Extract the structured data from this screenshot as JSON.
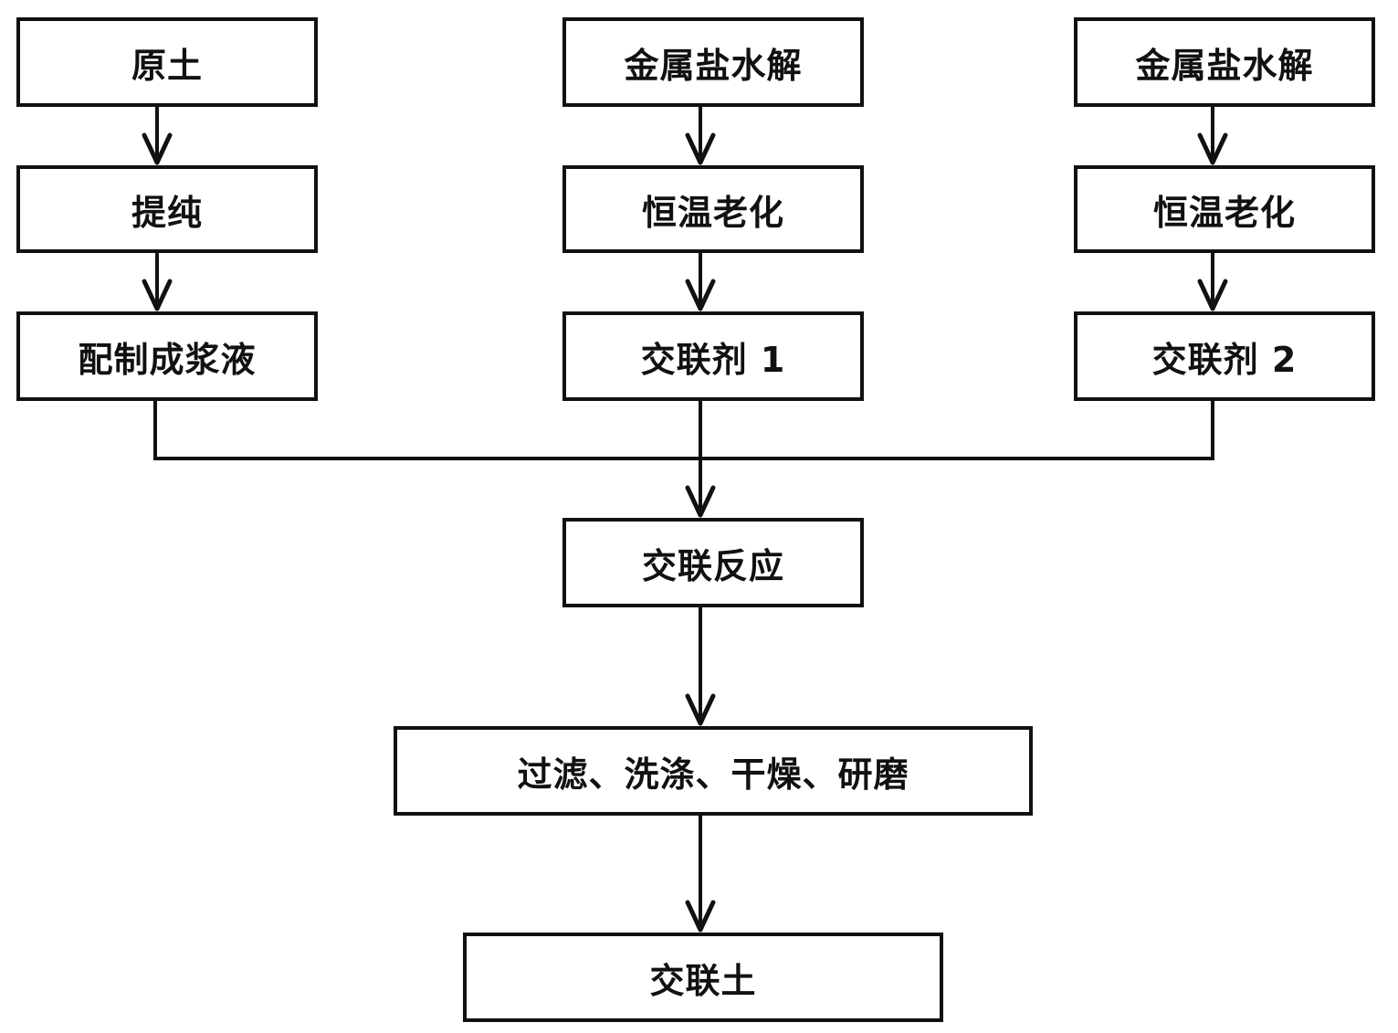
{
  "diagram": {
    "col_left": {
      "step1": "原土",
      "step2": "提纯",
      "step3": "配制成浆液"
    },
    "col_middle": {
      "step1": "金属盐水解",
      "step2": "恒温老化",
      "step3": "交联剂 1"
    },
    "col_right": {
      "step1": "金属盐水解",
      "step2": "恒温老化",
      "step3": "交联剂 2"
    },
    "merge_step": "交联反应",
    "post_process": "过滤、洗涤、干燥、研磨",
    "final_product": "交联土"
  },
  "colors": {
    "line": "#111111",
    "box_fill": "#ffffff",
    "text": "#111111"
  }
}
